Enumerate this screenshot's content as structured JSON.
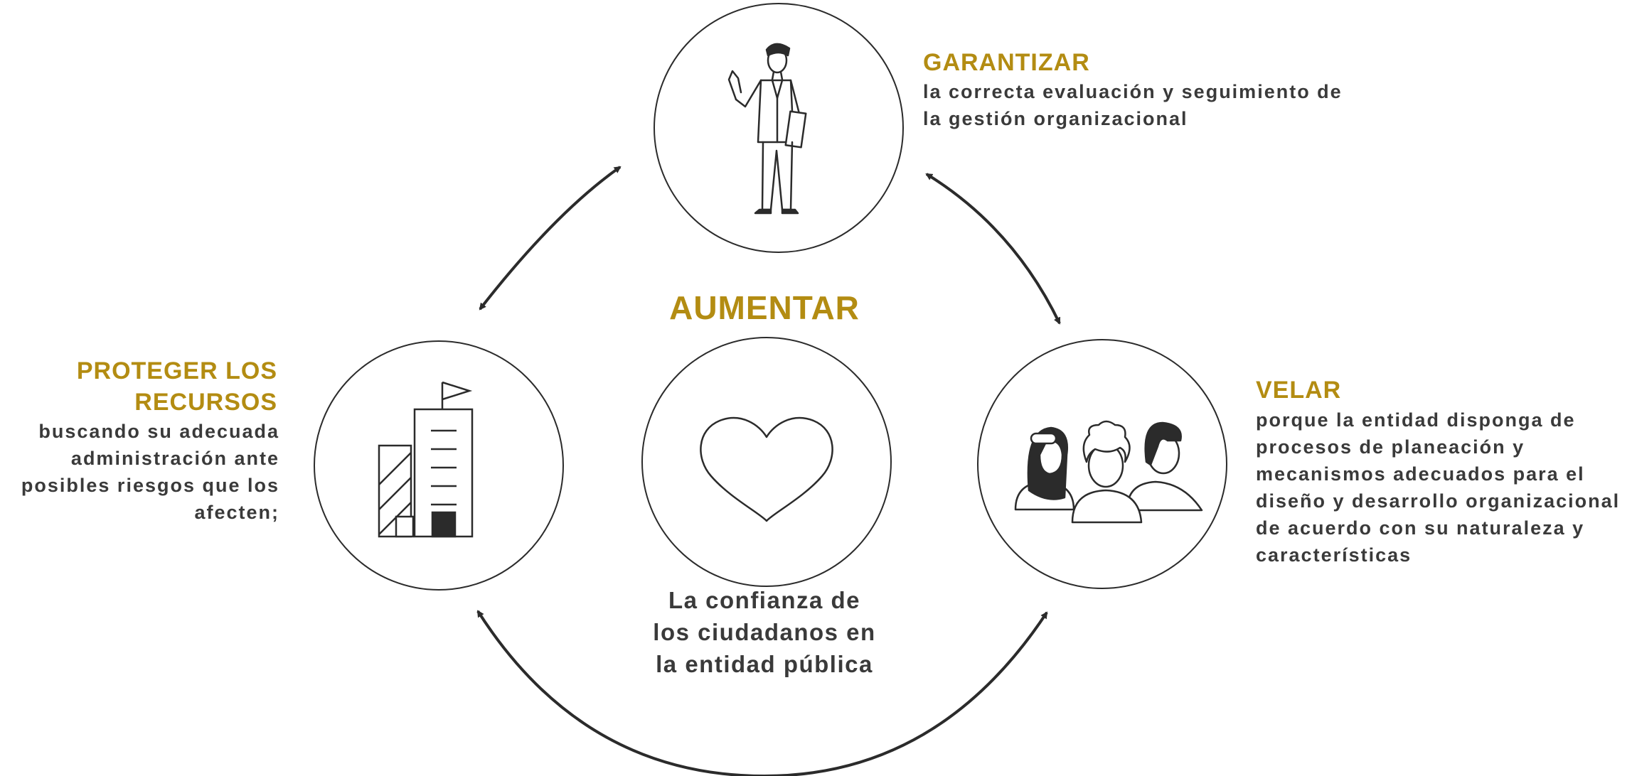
{
  "colors": {
    "accent": "#b38c12",
    "text": "#3a3a3a",
    "stroke": "#2b2b2b"
  },
  "center": {
    "heading": "AUMENTAR",
    "text_lines": [
      "La confianza de",
      "los ciudadanos en",
      "la entidad pública"
    ],
    "icon": "heart-icon"
  },
  "top": {
    "heading": "GARANTIZAR",
    "text_lines": [
      "la correcta evaluación y seguimiento de",
      "la gestión organizacional"
    ],
    "icon": "businessman-icon"
  },
  "left": {
    "heading_lines": [
      "PROTEGER LOS",
      "RECURSOS"
    ],
    "text_lines": [
      "buscando su adecuada",
      "administración ante",
      "posibles riesgos que los",
      "afecten;"
    ],
    "icon": "buildings-icon"
  },
  "right": {
    "heading": "VELAR",
    "text_lines": [
      "porque la entidad disponga de",
      "procesos de planeación y",
      "mecanismos adecuados para el",
      "diseño y desarrollo organizacional",
      "de acuerdo con su naturaleza y",
      "características"
    ],
    "icon": "people-group-icon"
  }
}
